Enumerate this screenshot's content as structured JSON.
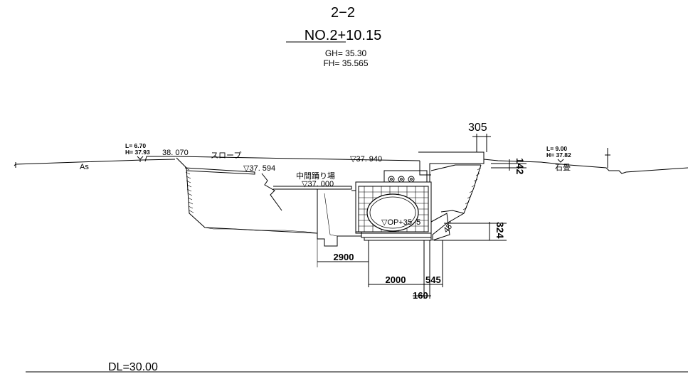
{
  "header": {
    "section": "2−2",
    "station": "NO.2+10.15",
    "gh": "GH= 35.30",
    "fh": "FH= 35.565"
  },
  "left_point": {
    "l": "L= 6.70",
    "h": "H= 37.93"
  },
  "right_point": {
    "l": "L= 9.00",
    "h": "H= 37.82"
  },
  "labels": {
    "as": "As",
    "elev_38070": "38. 070",
    "slope": "スロープ",
    "elev_37594": "▽37. 594",
    "elev_37940": "▽37. 940",
    "landing": "中間踊り場",
    "elev_37000": "▽37. 000",
    "op": "▽OP+35. 5",
    "stone": "石畳",
    "angle": "45°"
  },
  "dimensions": {
    "d305": "305",
    "d142": "142",
    "d324": "324",
    "d2900": "2900",
    "d2000": "2000",
    "d545": "545",
    "d160": "160"
  },
  "footer": {
    "datum": "DL=30.00"
  }
}
